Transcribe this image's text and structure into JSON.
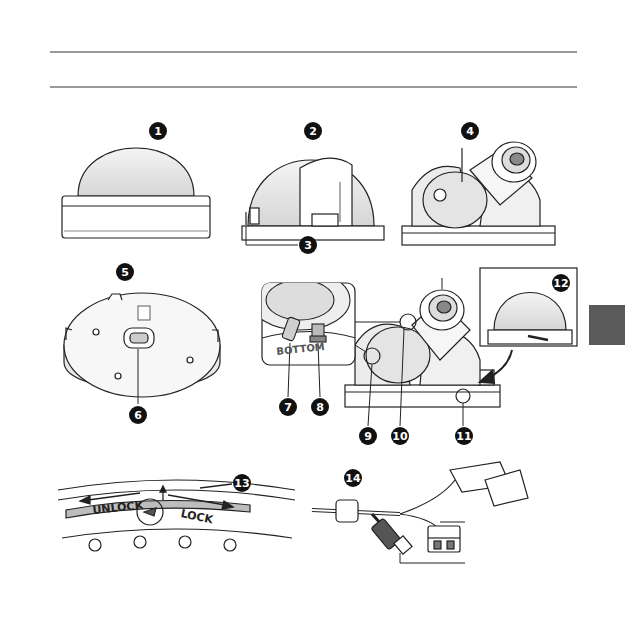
{
  "diagram": {
    "labels": [
      "1",
      "2",
      "4",
      "3",
      "5",
      "12",
      "6",
      "7",
      "8",
      "9",
      "10",
      "11",
      "13",
      "14",
      "BOTTOM",
      "UNLOCK",
      "LOCK"
    ]
  }
}
